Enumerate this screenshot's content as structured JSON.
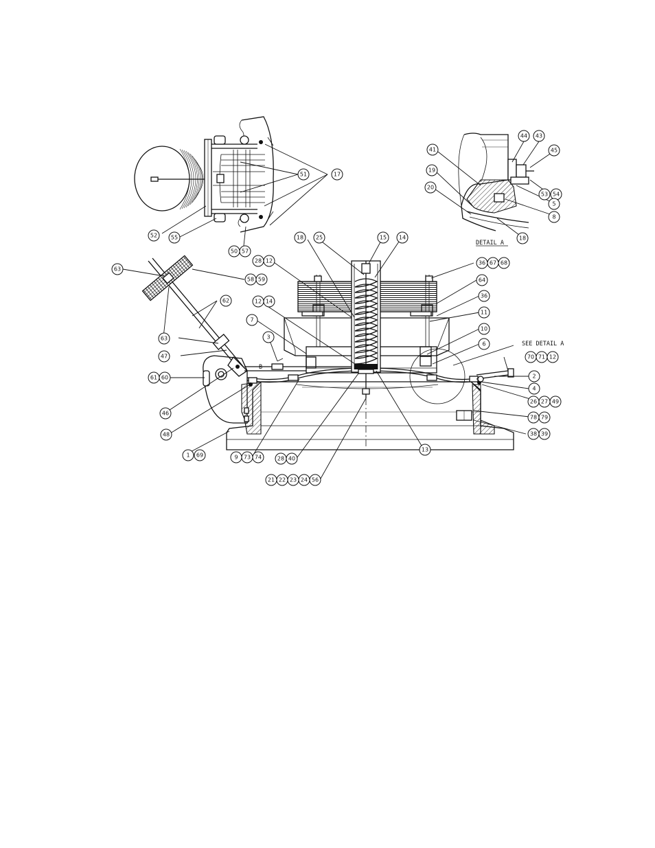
{
  "detail_title": "DETAIL  A",
  "see_detail_note": "SEE DETAIL  A",
  "section_mark": "B",
  "balloons": {
    "b17": "17",
    "b51": "51",
    "b52": "52",
    "b55": "55",
    "b50": "50",
    "b57": "57",
    "b41": "41",
    "b19": "19",
    "b20": "20",
    "b44": "44",
    "b43": "43",
    "b45": "45",
    "b53": "53",
    "b54": "54",
    "b5": "5",
    "b8": "8",
    "b18a": "18",
    "b63a": "63",
    "b58": "58",
    "b59": "59",
    "b62": "62",
    "b63b": "63",
    "b47": "47",
    "b61": "61",
    "b60": "60",
    "b46": "46",
    "b48": "48",
    "b1": "1",
    "b69": "69",
    "b9": "9",
    "b73": "73",
    "b74": "74",
    "b28a": "28",
    "b40": "40",
    "b21": "21",
    "b22": "22",
    "b23": "23",
    "b24": "24",
    "b56": "56",
    "b13": "13",
    "b28b": "28",
    "b12a": "12",
    "b18b": "18",
    "b25": "25",
    "b15": "15",
    "b14a": "14",
    "b36a": "36",
    "b67": "67",
    "b68": "68",
    "b64": "64",
    "b36b": "36",
    "b11": "11",
    "b10": "10",
    "b6": "6",
    "b12b": "12",
    "b14b": "14",
    "b7": "7",
    "b3": "3",
    "b70": "70",
    "b71": "71",
    "b12c": "12",
    "b2": "2",
    "b4": "4",
    "b26": "26",
    "b27": "27",
    "b49": "49",
    "b78": "78",
    "b79": "79",
    "b38": "38",
    "b39": "39"
  }
}
